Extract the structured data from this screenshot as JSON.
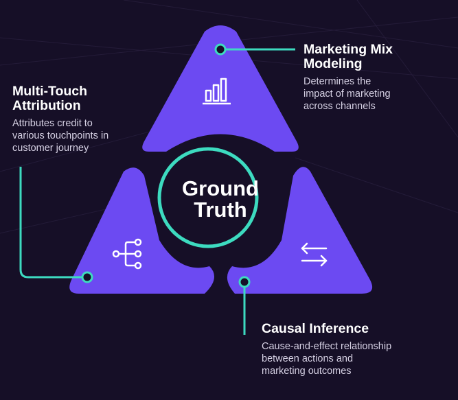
{
  "center": {
    "line1": "Ground",
    "line2": "Truth"
  },
  "marketing_mix": {
    "title_line1": "Marketing Mix",
    "title_line2": "Modeling",
    "description_line1": "Determines the",
    "description_line2": "impact of marketing",
    "description_line3": "across channels",
    "icon": "bar-chart-icon"
  },
  "multi_touch": {
    "title_line1": "Multi-Touch",
    "title_line2": "Attribution",
    "description_line1": "Attributes credit to",
    "description_line2": "various touchpoints in",
    "description_line3": "customer journey",
    "icon": "branch-network-icon"
  },
  "causal": {
    "title": "Causal Inference",
    "description_line1": "Cause-and-effect relationship",
    "description_line2": "between actions and",
    "description_line3": "marketing outcomes",
    "icon": "swap-arrows-icon"
  },
  "colors": {
    "background": "#160f27",
    "purple": "#6c4af2",
    "teal": "#3ddbc0",
    "text": "#ffffff",
    "muted_text": "#d6d1e4"
  }
}
